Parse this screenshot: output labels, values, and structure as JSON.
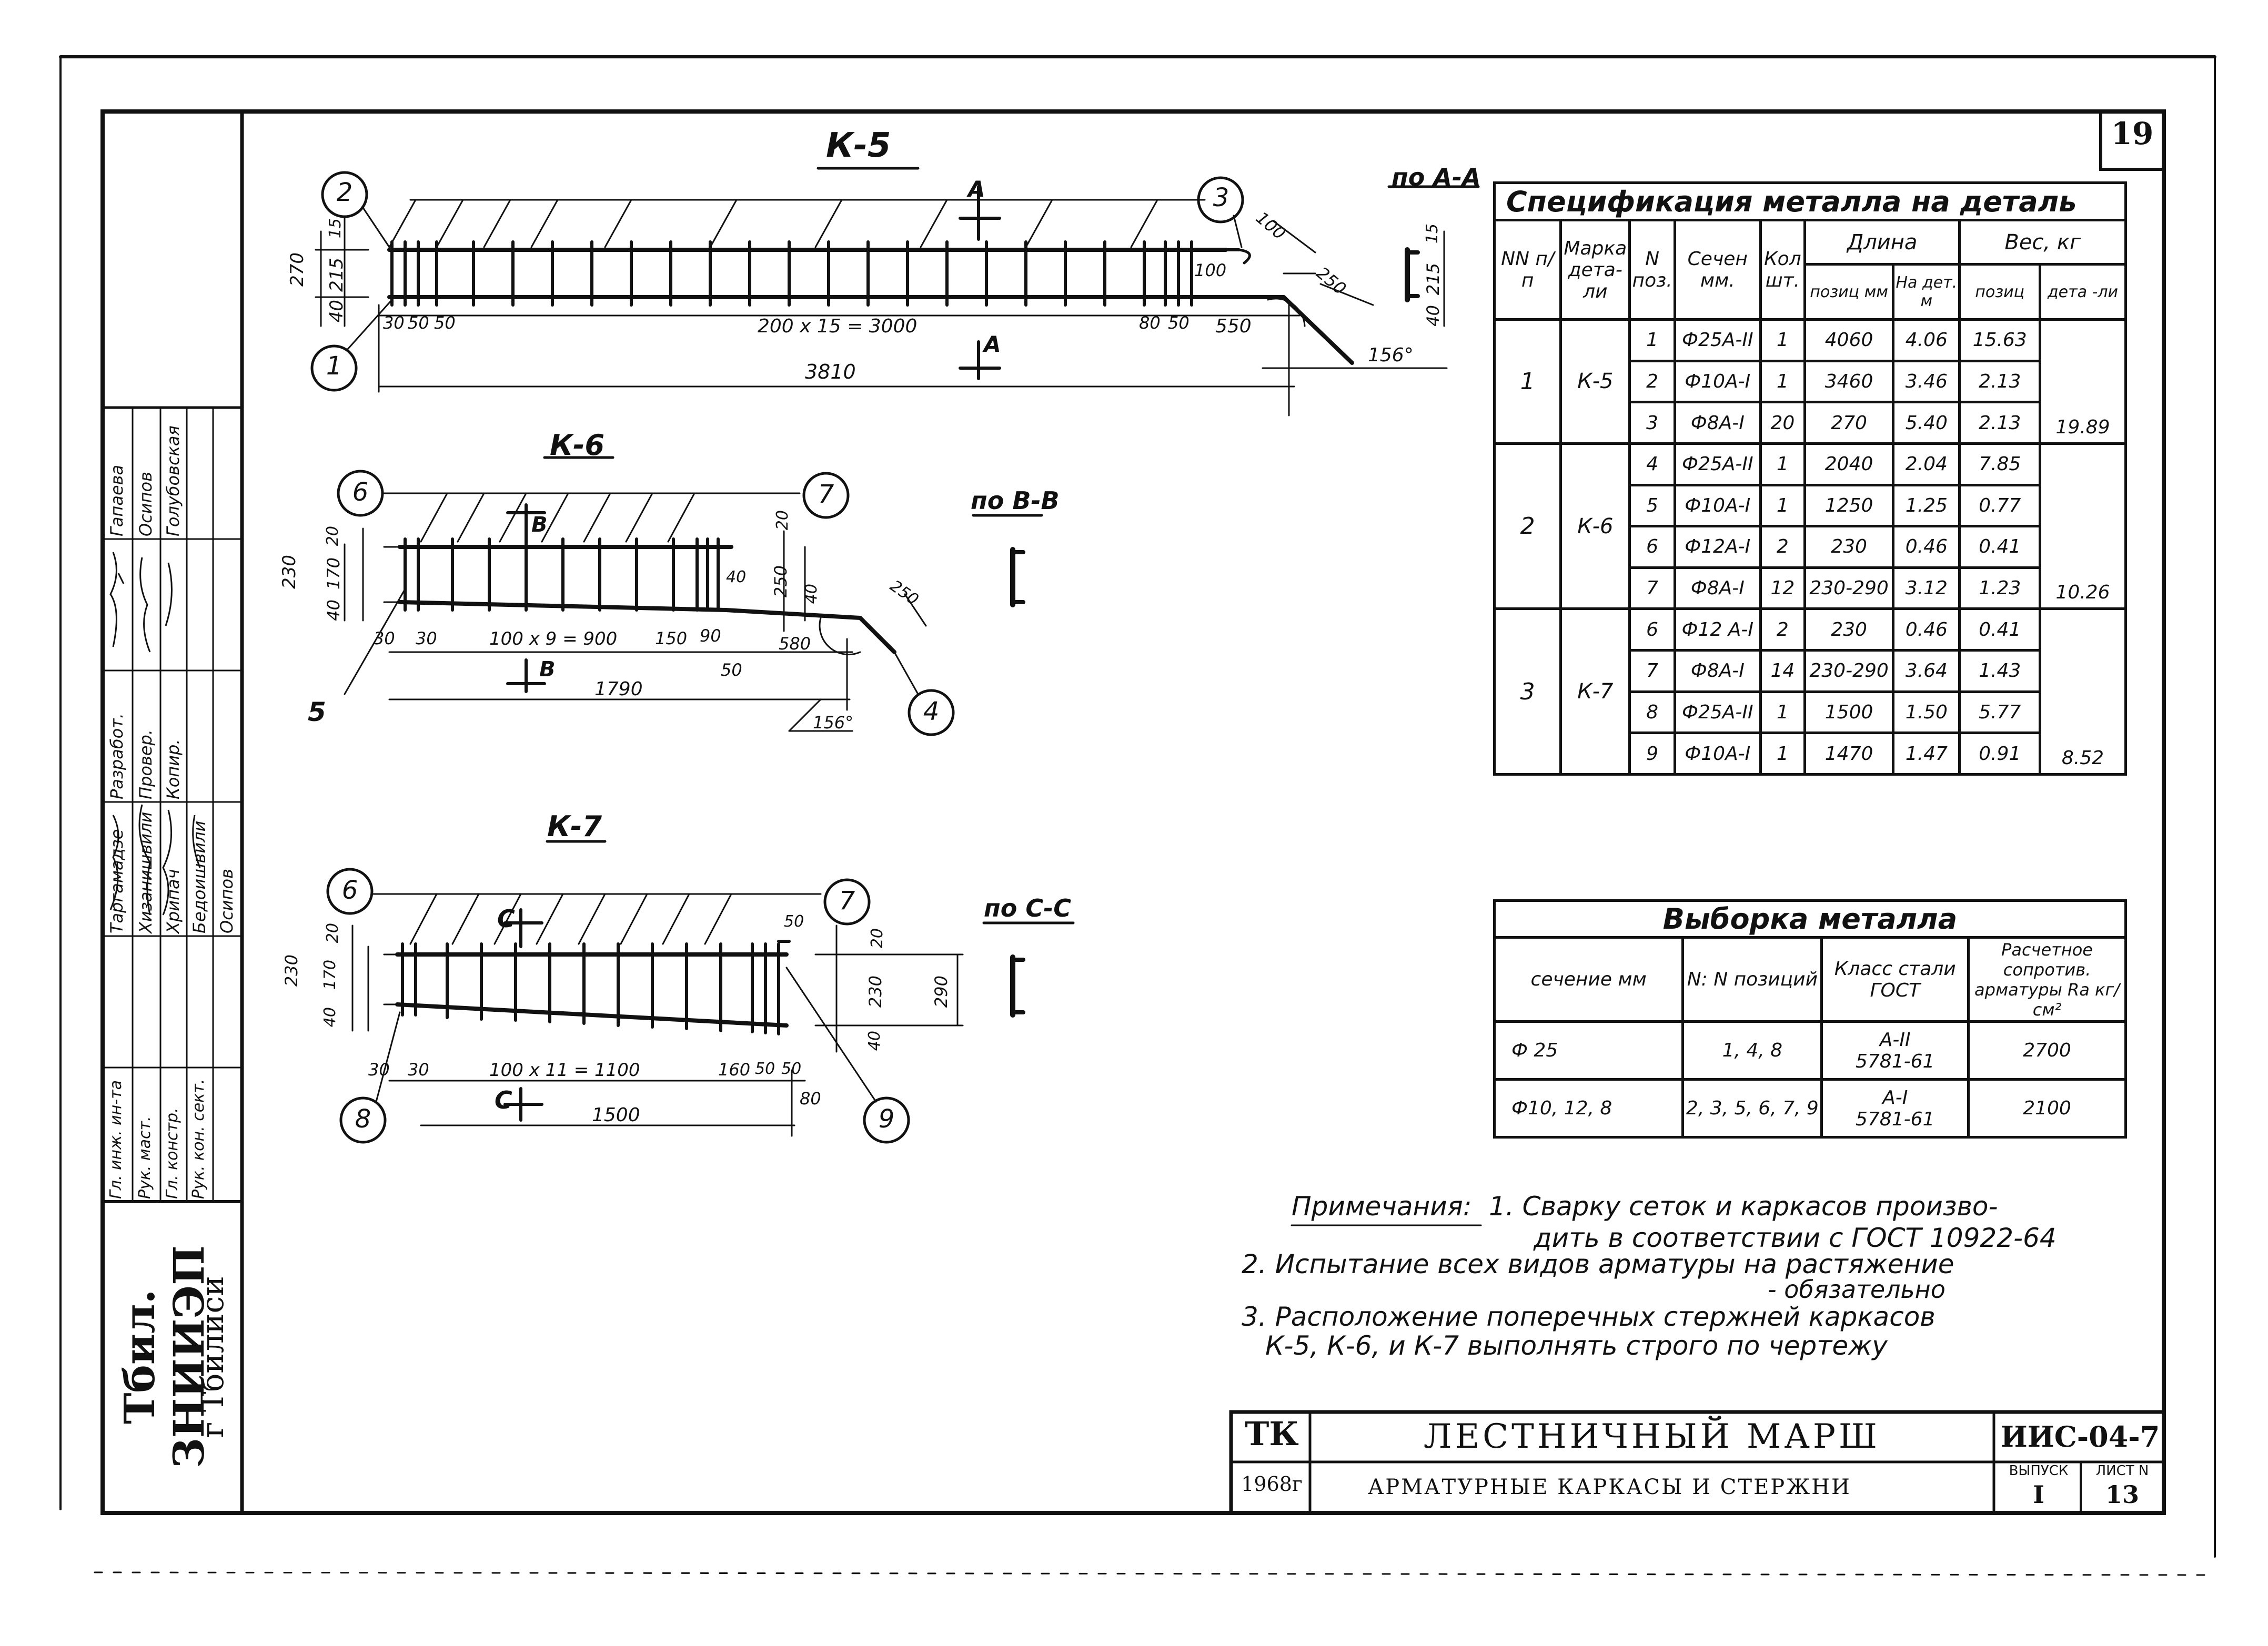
{
  "sheet": {
    "page_number": "19"
  },
  "k5": {
    "title": "К-5",
    "pos": [
      "2",
      "3",
      "1"
    ],
    "section": "А",
    "dims": {
      "d270": "270",
      "d15": "15",
      "d215": "215",
      "d40": "40",
      "d30": "30",
      "d50a": "50",
      "d50b": "50",
      "main": "200 x 15 = 3000",
      "d80": "80",
      "d50c": "50",
      "d550": "550",
      "d100a": "100",
      "d100b": "100",
      "d250": "250",
      "total": "3810",
      "angle": "156°"
    },
    "cut": {
      "label": "по А-А",
      "d15": "15",
      "d215": "215",
      "d40": "40"
    }
  },
  "k6": {
    "title": "К-6",
    "pos": [
      "6",
      "7",
      "5",
      "4"
    ],
    "section": "В",
    "dims": {
      "d230": "230",
      "d170": "170",
      "d40": "40",
      "d20a": "20",
      "d20b": "20",
      "d250": "250",
      "d40b": "40",
      "d40c": "40",
      "d30": "30",
      "d30b": "30",
      "main": "100 x 9 = 900",
      "d150": "150",
      "d90": "90",
      "d50": "50",
      "d580": "580",
      "d250b": "250",
      "total": "1790",
      "angle": "156°"
    },
    "cut": {
      "label": "по В-В"
    }
  },
  "k7": {
    "title": "К-7",
    "pos": [
      "6",
      "7",
      "8",
      "9"
    ],
    "section": "С",
    "dims": {
      "d230": "230",
      "d170": "170",
      "d40": "40",
      "d20": "20",
      "d20b": "20",
      "d50": "50",
      "d230b": "230",
      "d290": "290",
      "d40b": "40",
      "d30": "30",
      "d30b": "30",
      "main": "100 x 11 = 1100",
      "d160": "160",
      "d50a": "50",
      "d50b": "50",
      "d80": "80",
      "total": "1500"
    },
    "cut": {
      "label": "по С-С"
    }
  },
  "spec": {
    "title": "Спецификация металла на деталь",
    "headers": {
      "nn": "NN п/п",
      "mark": "Марка дета- ли",
      "npos": "N поз.",
      "section": "Сечен мм.",
      "qty": "Кол шт.",
      "length": "Длина",
      "len_pos": "позиц мм",
      "len_det": "На дет. м",
      "weight": "Вес, кг",
      "w_pos": "позиц",
      "w_det": "дета -ли"
    },
    "groups": [
      {
        "n": "1",
        "mark": "К-5",
        "total": "19.89",
        "rows": [
          {
            "pos": "1",
            "sec": "Ф25А-II",
            "qty": "1",
            "len": "4060",
            "ldet": "4.06",
            "w": "15.63"
          },
          {
            "pos": "2",
            "sec": "Ф10А-I",
            "qty": "1",
            "len": "3460",
            "ldet": "3.46",
            "w": "2.13"
          },
          {
            "pos": "3",
            "sec": "Ф8А-I",
            "qty": "20",
            "len": "270",
            "ldet": "5.40",
            "w": "2.13"
          }
        ]
      },
      {
        "n": "2",
        "mark": "К-6",
        "total": "10.26",
        "rows": [
          {
            "pos": "4",
            "sec": "Ф25А-II",
            "qty": "1",
            "len": "2040",
            "ldet": "2.04",
            "w": "7.85"
          },
          {
            "pos": "5",
            "sec": "Ф10А-I",
            "qty": "1",
            "len": "1250",
            "ldet": "1.25",
            "w": "0.77"
          },
          {
            "pos": "6",
            "sec": "Ф12А-I",
            "qty": "2",
            "len": "230",
            "ldet": "0.46",
            "w": "0.41"
          },
          {
            "pos": "7",
            "sec": "Ф8А-I",
            "qty": "12",
            "len": "230-290",
            "ldet": "3.12",
            "w": "1.23"
          }
        ]
      },
      {
        "n": "3",
        "mark": "К-7",
        "total": "8.52",
        "rows": [
          {
            "pos": "6",
            "sec": "Ф12 А-I",
            "qty": "2",
            "len": "230",
            "ldet": "0.46",
            "w": "0.41"
          },
          {
            "pos": "7",
            "sec": "Ф8А-I",
            "qty": "14",
            "len": "230-290",
            "ldet": "3.64",
            "w": "1.43"
          },
          {
            "pos": "8",
            "sec": "Ф25А-II",
            "qty": "1",
            "len": "1500",
            "ldet": "1.50",
            "w": "5.77"
          },
          {
            "pos": "9",
            "sec": "Ф10А-I",
            "qty": "1",
            "len": "1470",
            "ldet": "1.47",
            "w": "0.91"
          }
        ]
      }
    ]
  },
  "vyborka": {
    "title": "Выборка металла",
    "headers": {
      "section": "сечение мм",
      "positions": "N: N позиций",
      "klass": "Класс стали ГОСТ",
      "resist": "Расчетное сопротив. арматуры Ra кг/см²"
    },
    "rows": [
      {
        "sec": "Ф 25",
        "pos": "1, 4, 8",
        "kl1": "А-II",
        "kl2": "5781-61",
        "r": "2700"
      },
      {
        "sec": "Ф10, 12, 8",
        "pos": "2, 3, 5, 6, 7, 9",
        "kl1": "А-I",
        "kl2": "5781-61",
        "r": "2100"
      }
    ]
  },
  "notes": {
    "heading": "Примечания:",
    "l1": "1. Сварку сеток и каркасов произво-",
    "l2": "дить в соответствии с ГОСТ 10922-64",
    "l3": "2. Испытание всех видов арматуры на растяжение",
    "l4": "- обязательно",
    "l5": "3. Расположение поперечных стержней каркасов",
    "l6": "К-5, К-6, и К-7 выполнять строго по чертежу"
  },
  "stamp": {
    "tk": "ТК",
    "year": "1968г",
    "title": "ЛЕСТНИЧНЫЙ МАРШ",
    "subtitle": "АРМАТУРНЫЕ КАРКАСЫ И СТЕРЖНИ",
    "code": "ИИС-04-7",
    "vyp_label": "ВЫПУСК",
    "vyp": "I",
    "list_label": "ЛИСТ N",
    "list": "13"
  },
  "side": {
    "org": "Тбил. ЗНИИЭП",
    "city": "г Тбилиси",
    "roles": [
      "Гл. инж. ин-та",
      "Рук. маст.",
      "Гл. констр.",
      "Рук. кон. сект."
    ],
    "roles2": [
      "Разработ.",
      "Провер.",
      "Копир."
    ],
    "names_a": [
      "Таргамадзе",
      "Хизанишвили",
      "Хрипач",
      "Бедоишвили"
    ],
    "names_a2": [
      "Осипов"
    ],
    "names_b": [
      "Гапаева",
      "Осипов",
      "Голубовская"
    ]
  }
}
